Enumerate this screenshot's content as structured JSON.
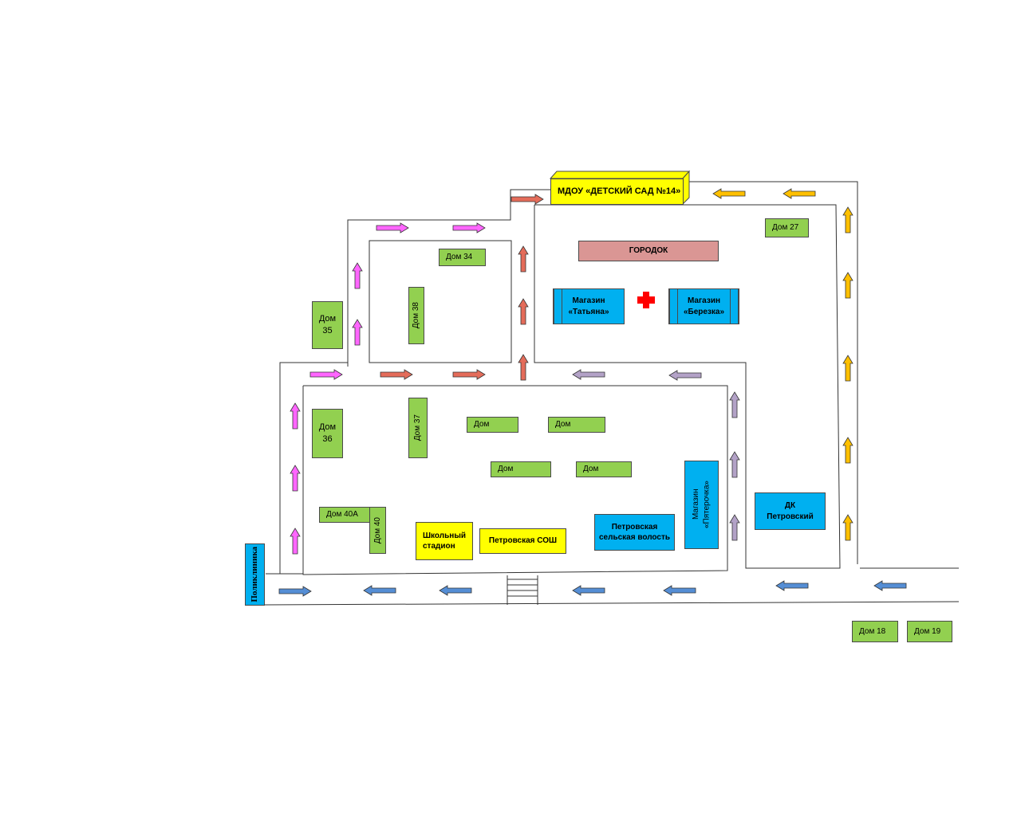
{
  "colors": {
    "building": "#92d050",
    "shop": "#00b0f0",
    "school": "#ffff00",
    "gorodok": "#da9694",
    "arrow_pink": "#ff66ff",
    "arrow_red": "#e46c5a",
    "arrow_purple": "#b3a2c7",
    "arrow_blue": "#558ed5",
    "arrow_orange": "#ffc000",
    "cross": "#ff0000"
  },
  "labels": {
    "kindergarten": "МДОУ «ДЕТСКИЙ САД №14»",
    "gorodok": "ГОРОДОК",
    "shop_tatiana": "Магазин\n«Татьяна»",
    "shop_berezka": "Магазин\n«Березка»",
    "shop_pyaterochka": "Магазин\n«Пятерочка»",
    "dk": "ДК\nПетровский",
    "volost": "Петровская\nсельская волость",
    "school": "Петровская СОШ",
    "stadium": "Школьный\nстадион",
    "pharmacy": "Поликлиника",
    "dom_27": "Дом 27",
    "dom_34": "Дом  34",
    "dom_38": "Дом 38",
    "dom_35": "Дом\n35",
    "dom_36": "Дом\n36",
    "dom_37": "Дом  37",
    "dom_40a": "Дом 40А",
    "dom_40": "Дом 40",
    "dom_a": "Дом",
    "dom_b": "Дом",
    "dom_c": "Дом",
    "dom_d": "Дом",
    "dom_18": "Дом 18",
    "dom_19": "Дом 19"
  },
  "icons": {
    "medical": "red-cross-icon",
    "crossing": "pedestrian-crossing-icon"
  }
}
